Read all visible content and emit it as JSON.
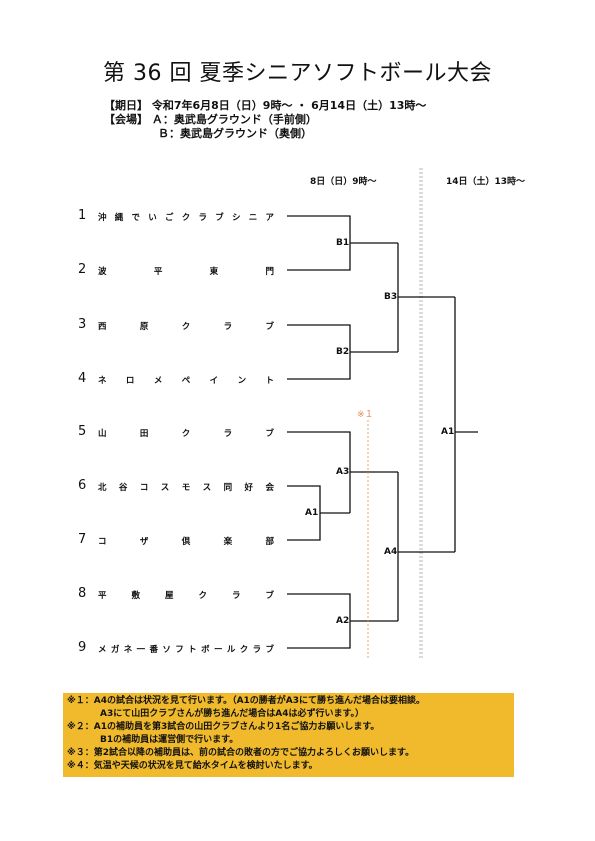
{
  "title": "第 36 回 夏季シニアソフトボール大会",
  "info": {
    "date_line": "【期日】 令和7年6月8日（日）9時～ ・ 6月14日（土）13時～",
    "venue_line": "【会場】 Ａ：奥武島グラウンド（手前側）",
    "venue_line2": "Ｂ：奥武島グラウンド（奥側）"
  },
  "days": {
    "day1": "8日（日）9時～",
    "day2": "14日（土）13時～"
  },
  "teams": [
    {
      "num": "1",
      "name": "沖縄でいごクラブシニア"
    },
    {
      "num": "2",
      "name": "波平東門"
    },
    {
      "num": "3",
      "name": "西原クラブ"
    },
    {
      "num": "4",
      "name": "ネロメペイント"
    },
    {
      "num": "5",
      "name": "山田クラブ"
    },
    {
      "num": "6",
      "name": "北谷コスモス同好会"
    },
    {
      "num": "7",
      "name": "コザ倶楽部"
    },
    {
      "num": "8",
      "name": "平敷屋クラブ"
    },
    {
      "num": "9",
      "name": "メガネ一番ソフトボールクラブ"
    }
  ],
  "games": {
    "B1": "B1",
    "B2": "B2",
    "B3": "B3",
    "A1_first": "A1",
    "A2": "A2",
    "A3": "A3",
    "A4": "A4",
    "A1_final": "A1"
  },
  "note_mark": "※１",
  "notes": [
    "※１：A4の試合は状況を見て行います。（A1の勝者がA3にて勝ち進んだ場合は要相談。",
    "A3にて山田クラブさんが勝ち進んだ場合はA4は必ず行います。）",
    "※２：A1の補助員を第3試合の山田クラブさんより1名ご協力お願いします。",
    "B1の補助員は運営側で行います。",
    "※３：第2試合以降の補助員は、前の試合の敗者の方でご協力よろしくお願いします。",
    "※４：気温や天候の状況を見て給水タイムを検討いたします。"
  ],
  "colors": {
    "notes_bg": "#f0ba2c",
    "note_mark": "#e08a55",
    "divider": "#999999"
  }
}
